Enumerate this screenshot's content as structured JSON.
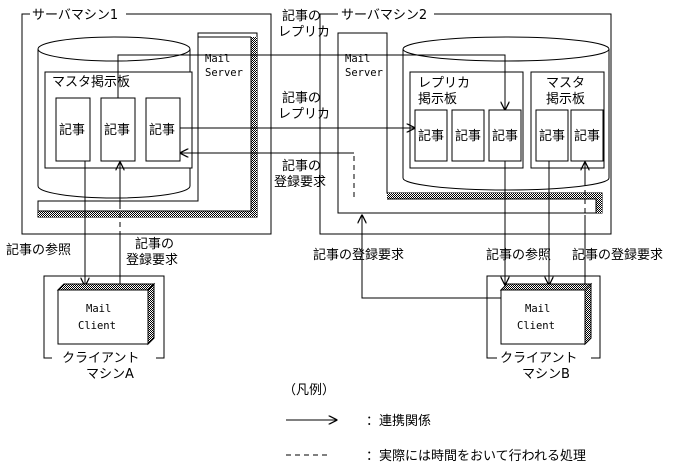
{
  "server1": {
    "label": "サーバマシン1",
    "server_label": [
      "Mail",
      "Server"
    ],
    "board_label": "マスタ掲示板",
    "articles": [
      "記事",
      "記事",
      "記事"
    ]
  },
  "server2": {
    "label": "サーバマシン2",
    "server_label": [
      "Mail",
      "Server"
    ],
    "replica_label": [
      "レプリカ",
      "掲示板"
    ],
    "master_label": [
      "マスタ",
      "掲示板"
    ],
    "replica_articles": [
      "記事",
      "記事",
      "記事"
    ],
    "master_articles": [
      "記事",
      "記事"
    ]
  },
  "connectors": {
    "top_replica": [
      "記事の",
      "レプリカ"
    ],
    "mid_replica": [
      "記事の",
      "レプリカ"
    ],
    "reg_request_center": [
      "記事の",
      "登録要求"
    ]
  },
  "client_a": {
    "client_label": [
      "Mail",
      "Client"
    ],
    "machine_label": [
      "クライアント",
      "マシンA"
    ],
    "ref_label": "記事の参照",
    "reg_label": [
      "記事の",
      "登録要求"
    ]
  },
  "client_b": {
    "client_label": [
      "Mail",
      "Client"
    ],
    "machine_label": [
      "クライアント",
      "マシンB"
    ],
    "reg_left_label": "記事の登録要求",
    "ref_label": "記事の参照",
    "reg_right_label": "記事の登録要求"
  },
  "legend": {
    "title": "（凡例）",
    "solid_desc": "：連携関係",
    "dashed_desc": "：実際には時間をおいて行われる処理"
  }
}
